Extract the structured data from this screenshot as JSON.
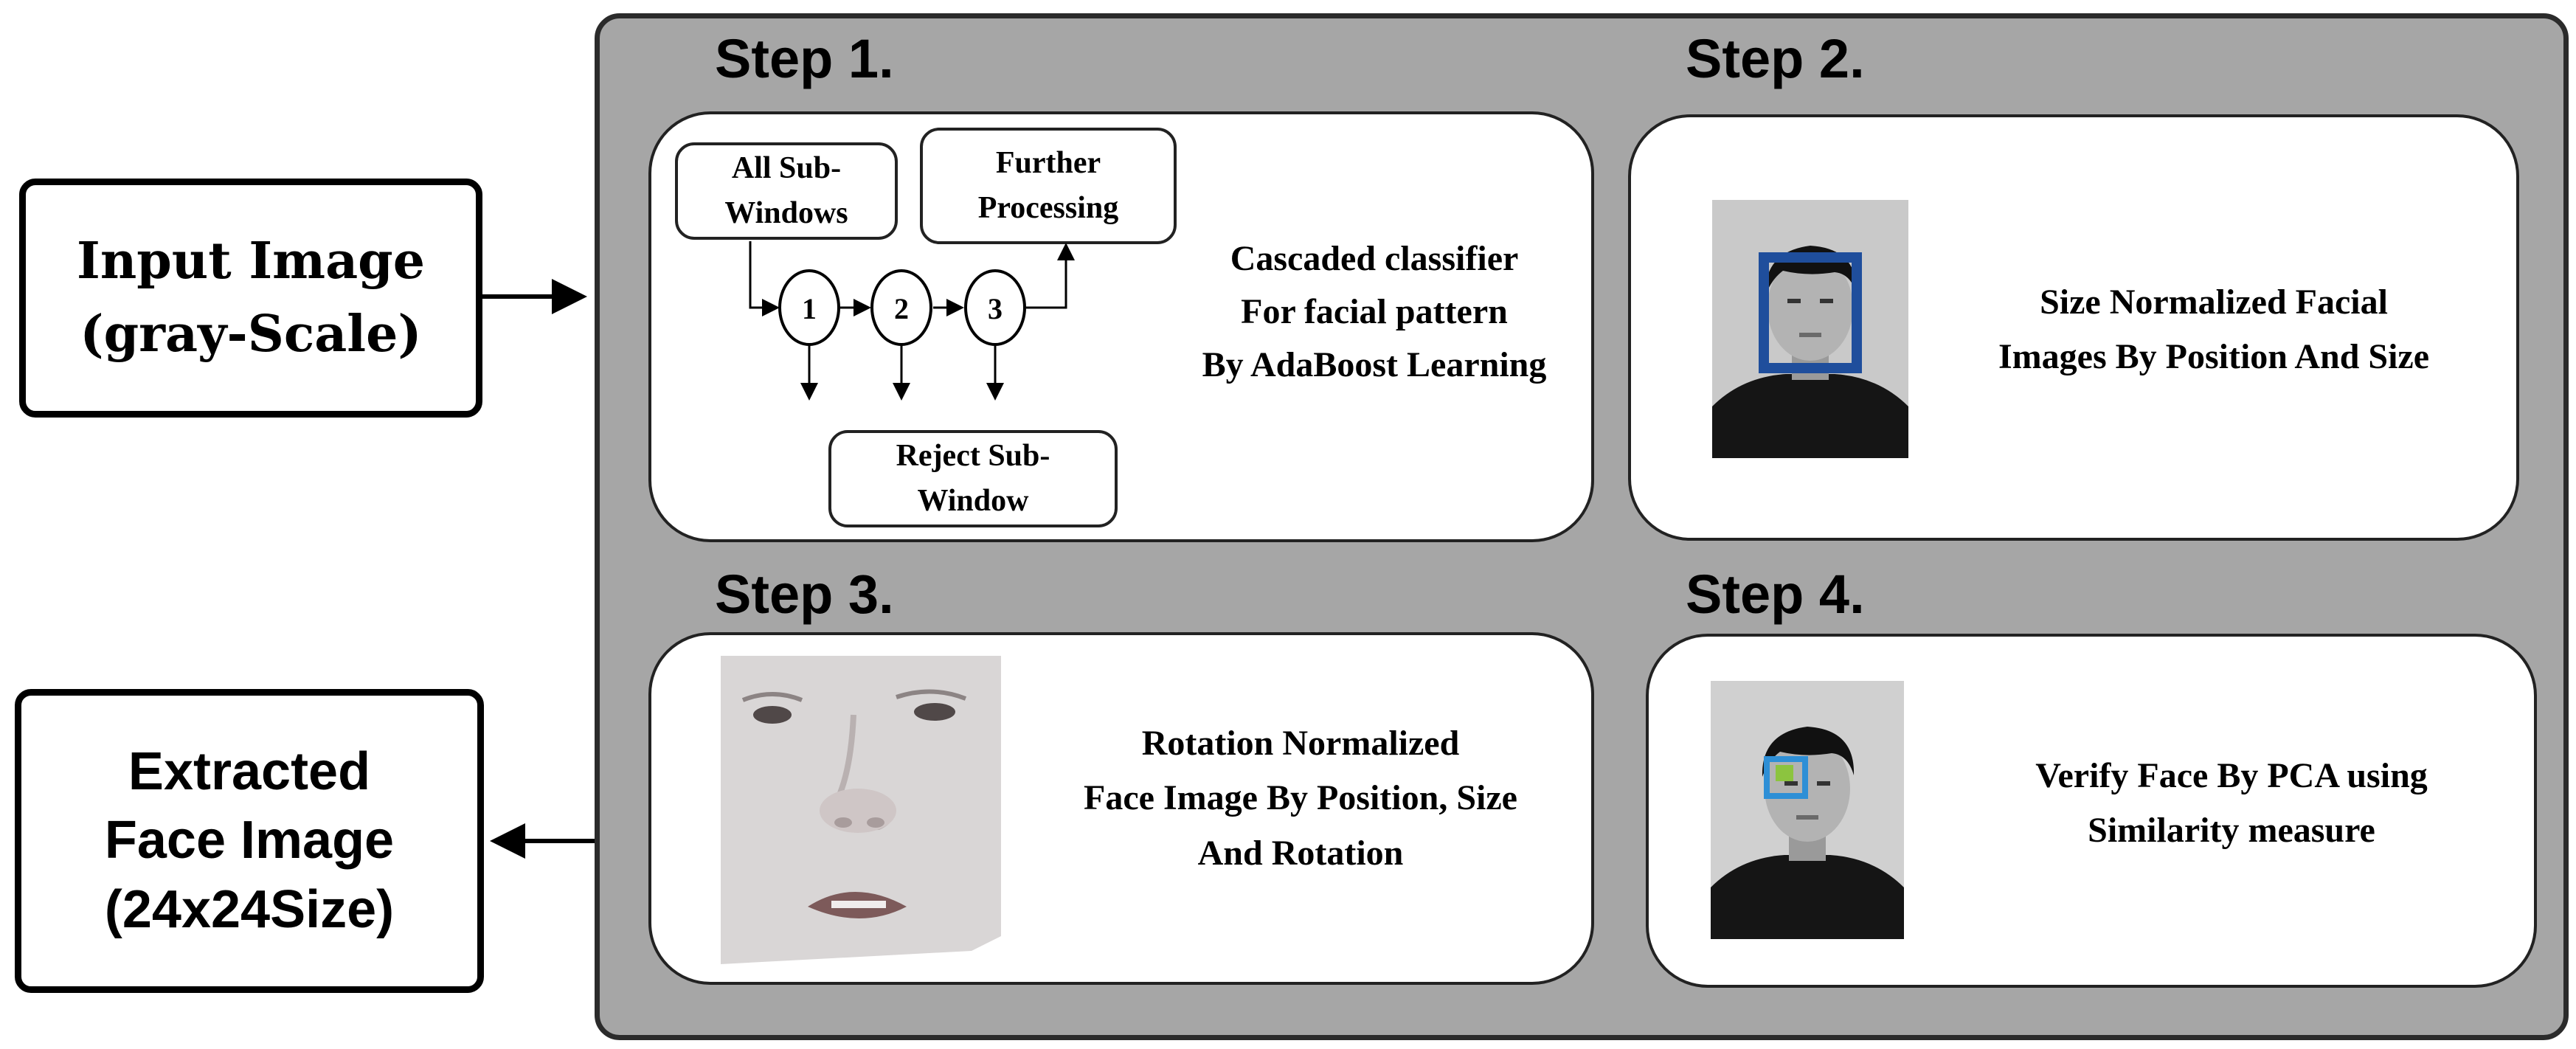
{
  "input_box": {
    "line1": "Input Image",
    "line2": "(gray-Scale)"
  },
  "output_box": {
    "line1": "Extracted",
    "line2": "Face Image",
    "line3": "(24x24Size)"
  },
  "steps": [
    {
      "label": "Step 1.",
      "description": [
        "Cascaded classifier",
        "For facial pattern",
        "By AdaBoost Learning"
      ],
      "flow": {
        "start": [
          "All Sub-",
          "Windows"
        ],
        "further": [
          "Further",
          "Processing"
        ],
        "reject": [
          "Reject Sub-",
          "Window"
        ],
        "nodes": [
          "1",
          "2",
          "3"
        ]
      }
    },
    {
      "label": "Step 2.",
      "description": [
        "Size Normalized Facial",
        "Images By Position And Size"
      ]
    },
    {
      "label": "Step 3.",
      "description": [
        "Rotation Normalized",
        "Face Image By Position, Size",
        "And Rotation"
      ]
    },
    {
      "label": "Step 4.",
      "description": [
        "Verify Face By PCA using",
        "Similarity measure"
      ]
    }
  ],
  "colors": {
    "container": "#a6a6a6",
    "detection_box": "#1f4e9c",
    "verify_box": "#2e8fd6",
    "verify_mark": "#8cc43f"
  }
}
